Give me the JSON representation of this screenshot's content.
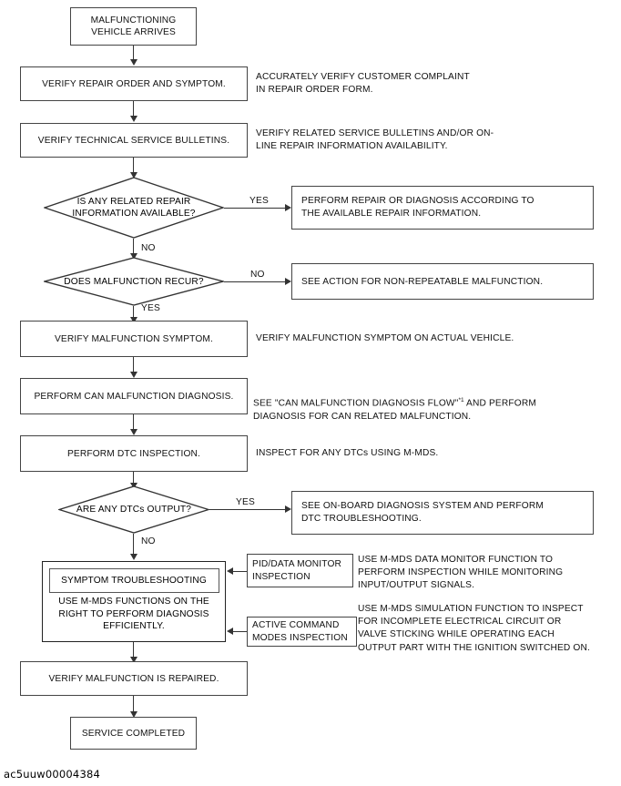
{
  "document": {
    "type": "diagnostic-flow-chart",
    "footer_code": "ac5uuw00004384"
  },
  "nodes": {
    "start": {
      "label": "MALFUNCTIONING\nVEHICLE ARRIVES"
    },
    "verify_ro": {
      "label": "VERIFY REPAIR ORDER AND SYMPTOM."
    },
    "verify_tsb": {
      "label": "VERIFY TECHNICAL SERVICE BULLETINS."
    },
    "verify_symptom": {
      "label": "VERIFY MALFUNCTION SYMPTOM."
    },
    "perform_can": {
      "label": "PERFORM CAN MALFUNCTION DIAGNOSIS."
    },
    "perform_dtc": {
      "label": "PERFORM DTC INSPECTION."
    },
    "symptom_ts_title": {
      "label": "SYMPTOM TROUBLESHOOTING"
    },
    "symptom_ts_caption": {
      "label": "USE M-MDS FUNCTIONS ON THE\nRIGHT TO PERFORM DIAGNOSIS\nEFFICIENTLY."
    },
    "verify_repaired": {
      "label": "VERIFY MALFUNCTION IS REPAIRED."
    },
    "service_completed": {
      "label": "SERVICE COMPLETED"
    },
    "pid_monitor": {
      "label": "PID/DATA MONITOR\nINSPECTION"
    },
    "active_command": {
      "label": "ACTIVE COMMAND\nMODES INSPECTION"
    }
  },
  "decisions": {
    "repair_info": {
      "label": "IS ANY RELATED\nREPAIR INFORMATION\nAVAILABLE?",
      "yes_label": "YES",
      "no_label": "NO"
    },
    "malfunction_recur": {
      "label": "DOES\nMALFUNCTION\nRECUR?",
      "yes_label": "YES",
      "no_label": "NO"
    },
    "dtcs_output": {
      "label": "ARE ANY DTCs\nOUTPUT?",
      "yes_label": "YES",
      "no_label": "NO"
    }
  },
  "outcomes": {
    "perform_repair": {
      "label": "PERFORM REPAIR OR DIAGNOSIS ACCORDING TO\nTHE AVAILABLE REPAIR INFORMATION."
    },
    "non_repeatable": {
      "label": "SEE ACTION FOR NON-REPEATABLE MALFUNCTION."
    },
    "onboard_diag": {
      "label": "SEE ON-BOARD DIAGNOSIS SYSTEM AND PERFORM\nDTC TROUBLESHOOTING."
    }
  },
  "annotations": {
    "verify_ro_note": "ACCURATELY VERIFY CUSTOMER COMPLAINT\nIN REPAIR ORDER FORM.",
    "verify_tsb_note": "VERIFY RELATED SERVICE BULLETINS AND/OR ON-\nLINE REPAIR INFORMATION AVAILABILITY.",
    "verify_symptom_note": "VERIFY MALFUNCTION SYMPTOM ON ACTUAL VEHICLE.",
    "perform_can_note_pre": "SEE \"CAN MALFUNCTION DIAGNOSIS FLOW\"",
    "perform_can_note_footnote": "*1",
    "perform_can_note_post": " AND PERFORM\nDIAGNOSIS FOR CAN RELATED MALFUNCTION.",
    "perform_dtc_note": "INSPECT FOR ANY DTCs USING M-MDS.",
    "pid_monitor_note": "USE M-MDS DATA MONITOR FUNCTION TO\nPERFORM INSPECTION WHILE MONITORING\nINPUT/OUTPUT SIGNALS.",
    "active_command_note": "USE M-MDS SIMULATION FUNCTION TO INSPECT\nFOR INCOMPLETE ELECTRICAL CIRCUIT OR\nVALVE STICKING WHILE OPERATING EACH\nOUTPUT PART WITH THE IGNITION SWITCHED ON."
  },
  "colors": {
    "line": "#333333",
    "border": "#444444",
    "text": "#111111",
    "background": "#ffffff"
  }
}
